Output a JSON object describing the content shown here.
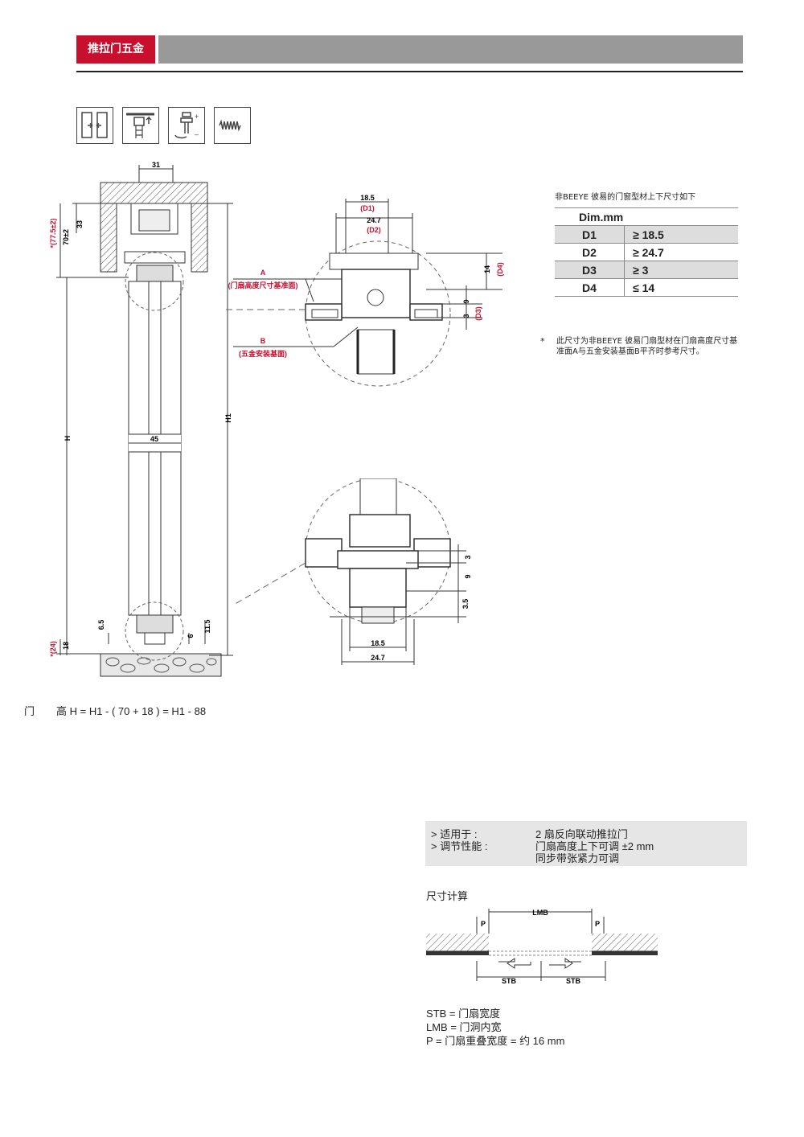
{
  "header": {
    "category": "推拉门五金"
  },
  "icons": [
    "sliding-door-icon",
    "ceiling-mount-icon",
    "height-adjust-icon",
    "spring-icon"
  ],
  "left_drawing": {
    "labels": {
      "top_width": "31",
      "dim_33": "33",
      "dim_70": "70±2",
      "dim_77": "*(77.5±2)",
      "dim_h": "H",
      "dim_h1": "H1",
      "dim_45": "45",
      "dim_65": "6.5",
      "dim_6": "6",
      "dim_115": "11.5",
      "dim_18": "18",
      "dim_24": "*(24)"
    }
  },
  "top_detail": {
    "labels": {
      "d185": "18.5",
      "d1": "(D1)",
      "d247": "24.7",
      "d2": "(D2)",
      "d14": "14",
      "d4": "(D4)",
      "d9": "9",
      "d3v": "3",
      "d3": "(D3)",
      "a_label": "A",
      "a_desc": "(门扇高度尺寸基准面)",
      "b_label": "B",
      "b_desc": "(五金安装基面)"
    }
  },
  "bottom_detail": {
    "labels": {
      "d3": "3",
      "d9": "9",
      "d35": "3.5",
      "d185": "18.5",
      "d247": "24.7"
    }
  },
  "dim_table": {
    "title": "非BEEYE 彼易的门窗型材上下尺寸如下",
    "header": "Dim.mm",
    "rows": [
      {
        "dim": "D1",
        "value": "≥ 18.5"
      },
      {
        "dim": "D2",
        "value": "≥ 24.7"
      },
      {
        "dim": "D3",
        "value": "≥ 3"
      },
      {
        "dim": "D4",
        "value": "≤ 14"
      }
    ]
  },
  "note": {
    "star": "*",
    "text": "此尺寸为非BEEYE 彼易门扇型材在门扇高度尺寸基准面A与五金安装基面B平齐时参考尺寸。"
  },
  "formula": {
    "label": "门",
    "expr": "高 H = H1 - ( 70 + 18 ) = H1 - 88"
  },
  "specs": [
    {
      "key": ">  适用于 :",
      "value": "2 扇反向联动推拉门"
    },
    {
      "key": ">  调节性能 :",
      "value": "门扇高度上下可调 ±2 mm"
    },
    {
      "key": "",
      "value": "同步带张紧力可调"
    }
  ],
  "calc": {
    "title": "尺寸计算",
    "labels": {
      "lmb": "LMB",
      "p": "P",
      "stb": "STB"
    }
  },
  "legend": [
    "STB = 门扇宽度",
    "LMB = 门洞内宽",
    "P = 门扇重叠宽度 = 约 16 mm"
  ]
}
